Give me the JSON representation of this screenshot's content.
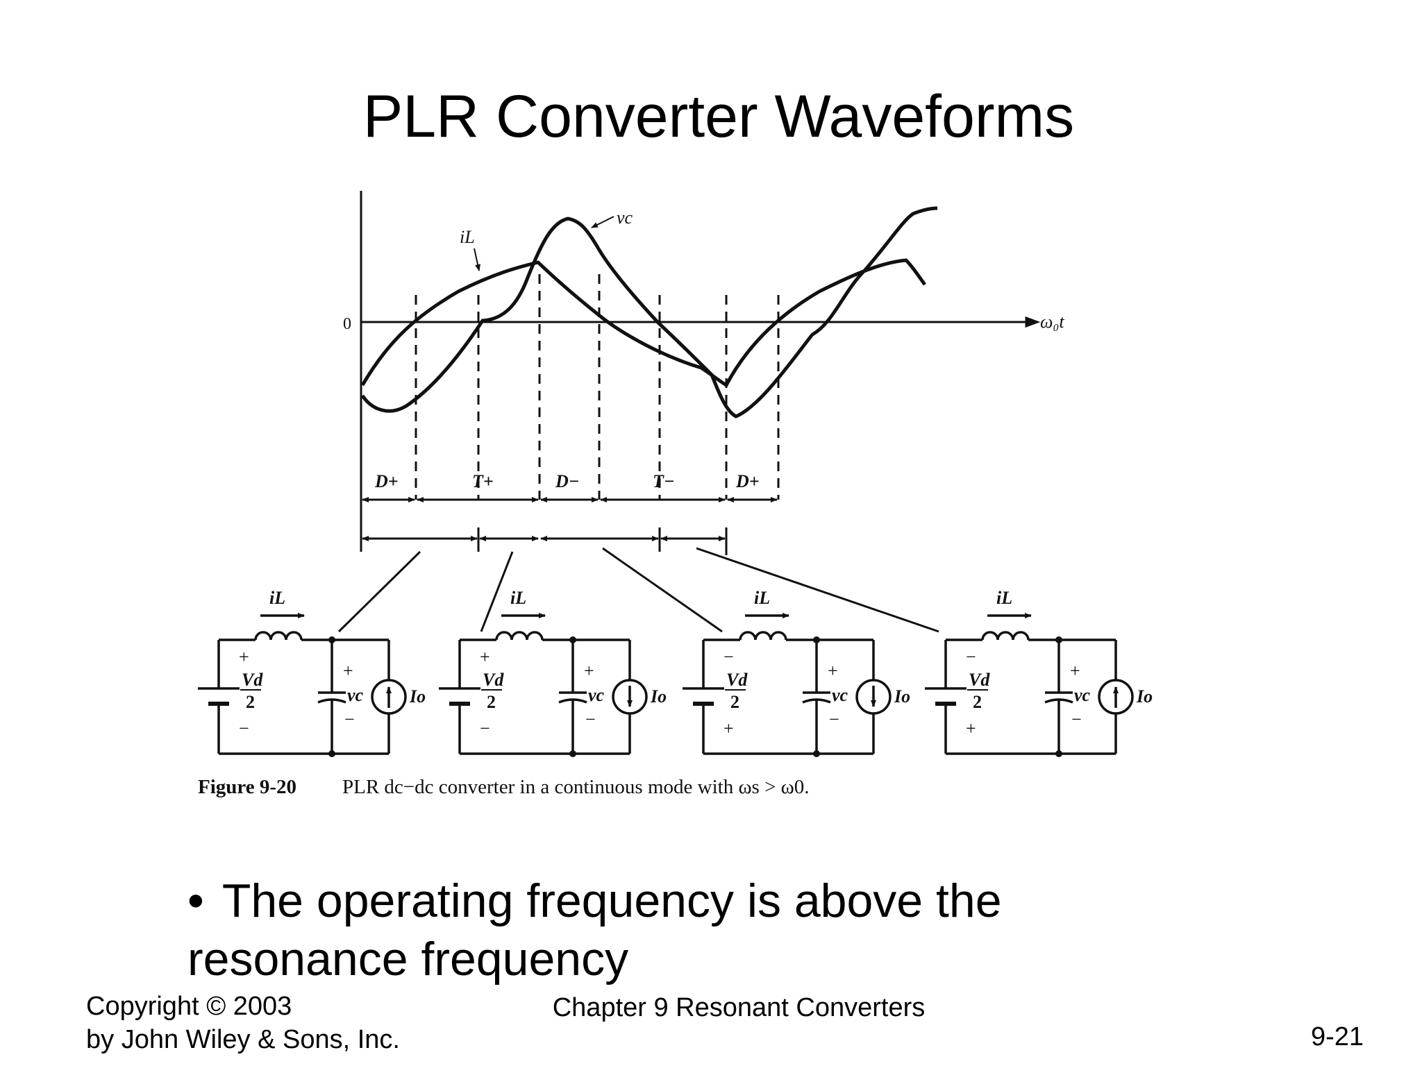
{
  "slide": {
    "title": "PLR Converter Waveforms",
    "bullet": "The operating frequency is above the resonance frequency",
    "footer": {
      "copyright_line1": "Copyright © 2003",
      "copyright_line2": "by John Wiley & Sons, Inc.",
      "chapter": "Chapter 9 Resonant Converters",
      "page_number": "9-21"
    }
  },
  "figure": {
    "waveform_labels": {
      "zero": "0",
      "time_axis": "ω₀t",
      "inductor_current": "iL",
      "capacitor_voltage": "vc"
    },
    "intervals": [
      "D+",
      "T+",
      "D−",
      "T−",
      "D+"
    ],
    "circuits": [
      {
        "il": "iL",
        "vd": "Vd",
        "vd_den": "2",
        "vd_top": "+",
        "vd_bot": "−",
        "vc": "vc",
        "vc_top": "+",
        "vc_bot": "−",
        "io": "Io",
        "arrow": "up"
      },
      {
        "il": "iL",
        "vd": "Vd",
        "vd_den": "2",
        "vd_top": "+",
        "vd_bot": "−",
        "vc": "vc",
        "vc_top": "+",
        "vc_bot": "−",
        "io": "Io",
        "arrow": "down"
      },
      {
        "il": "iL",
        "vd": "Vd",
        "vd_den": "2",
        "vd_top": "−",
        "vd_bot": "+",
        "vc": "vc",
        "vc_top": "+",
        "vc_bot": "−",
        "io": "Io",
        "arrow": "down"
      },
      {
        "il": "iL",
        "vd": "Vd",
        "vd_den": "2",
        "vd_top": "−",
        "vd_bot": "+",
        "vc": "vc",
        "vc_top": "+",
        "vc_bot": "−",
        "io": "Io",
        "arrow": "up"
      }
    ],
    "caption_label": "Figure 9-20",
    "caption_text": "PLR dc−dc converter in a continuous mode with ωs > ω0."
  }
}
